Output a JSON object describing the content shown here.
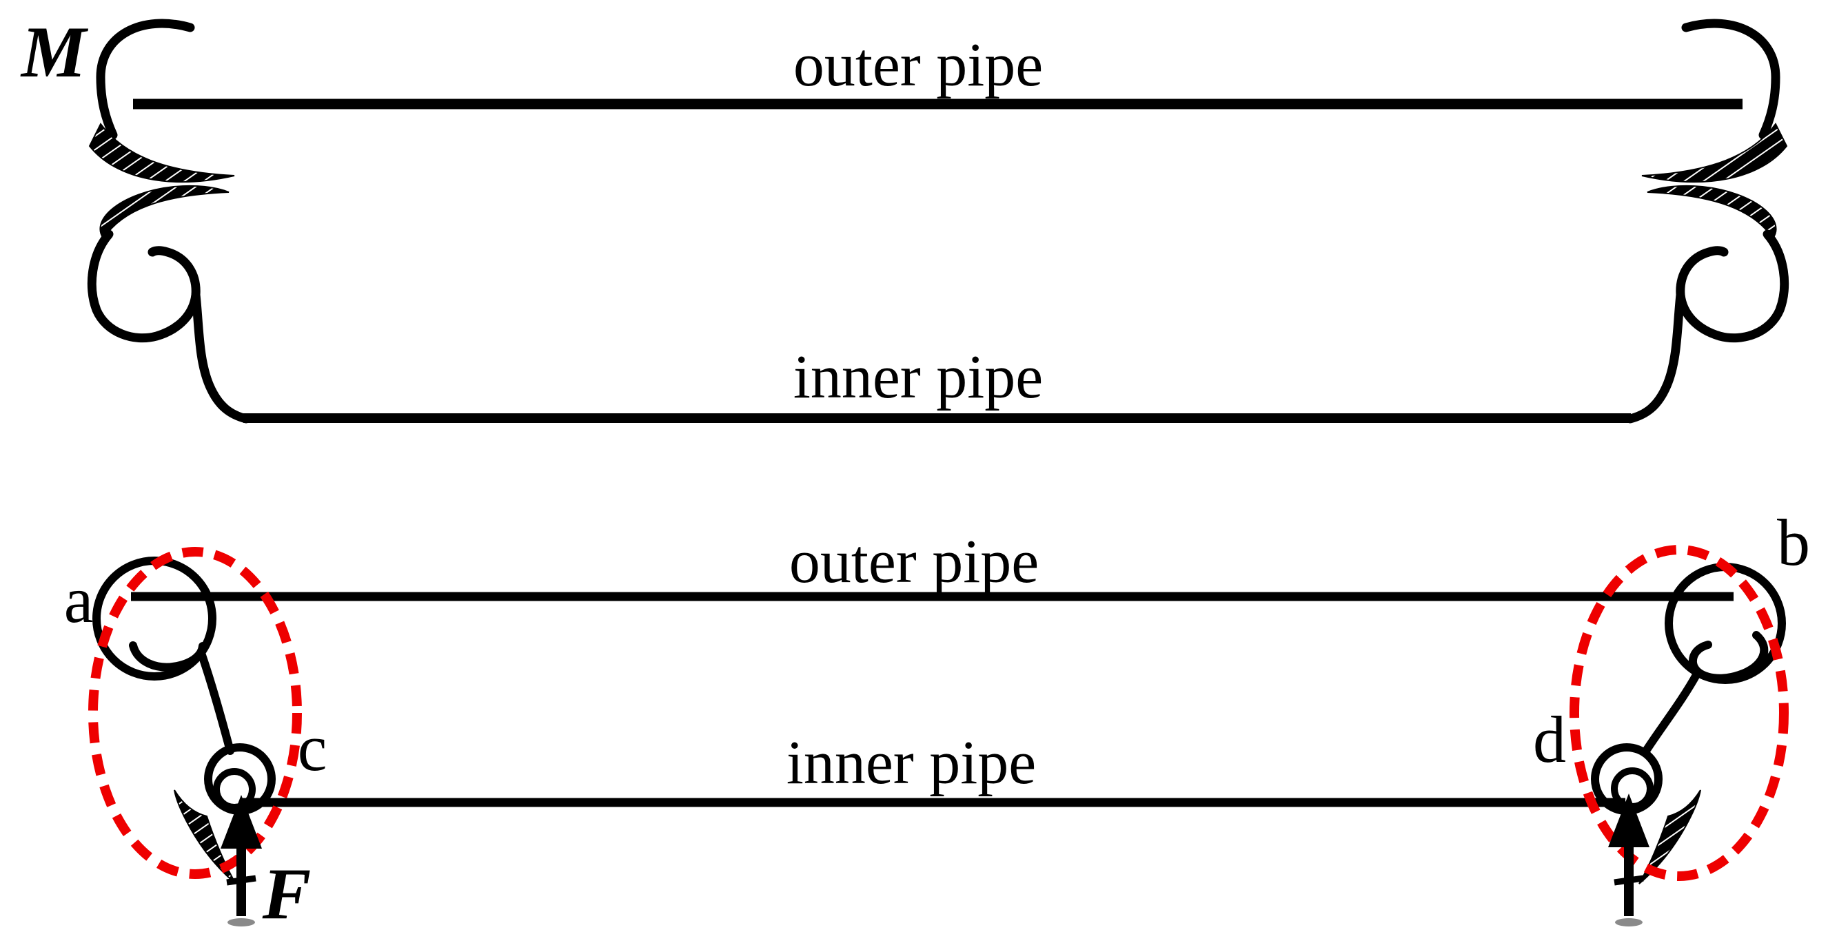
{
  "figure": {
    "background": "#ffffff",
    "ink_color": "#000000",
    "accent_red": "#ee0000",
    "smudge_gray": "#8a8a8a",
    "top_figure": {
      "moment_label": "M",
      "outer_pipe_label": "outer pipe",
      "inner_pipe_label": "inner pipe"
    },
    "bottom_figure": {
      "outer_pipe_label": "outer pipe",
      "inner_pipe_label": "inner pipe",
      "force_label": "F",
      "weld_labels": {
        "a": "a",
        "b": "b",
        "c": "c",
        "d": "d"
      }
    }
  }
}
